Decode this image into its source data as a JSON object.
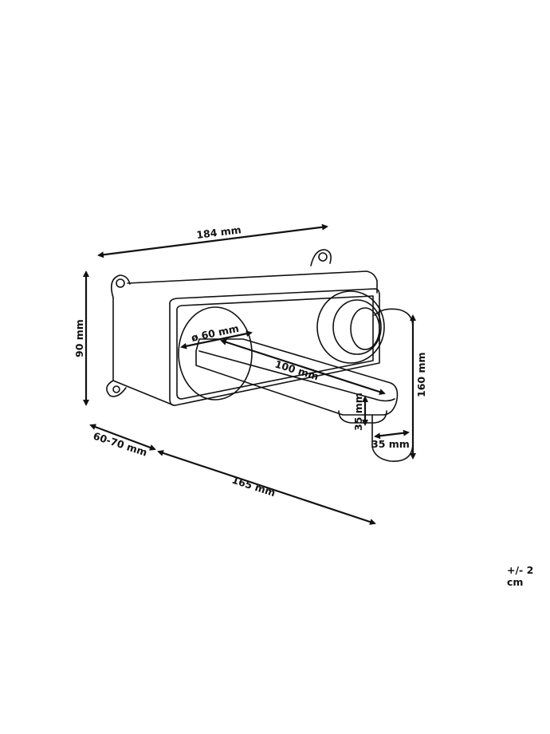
{
  "dimensions": {
    "width": "184 mm",
    "height": "90 mm",
    "total_height": "160 mm",
    "depth_box": "60-70 mm",
    "depth_spout": "165 mm",
    "spout_length": "100 mm",
    "escutcheon_diameter": "ø 60 mm",
    "spout_height": "35 mm",
    "handle_width": "35 mm"
  },
  "tolerance": "+/- 2 cm"
}
